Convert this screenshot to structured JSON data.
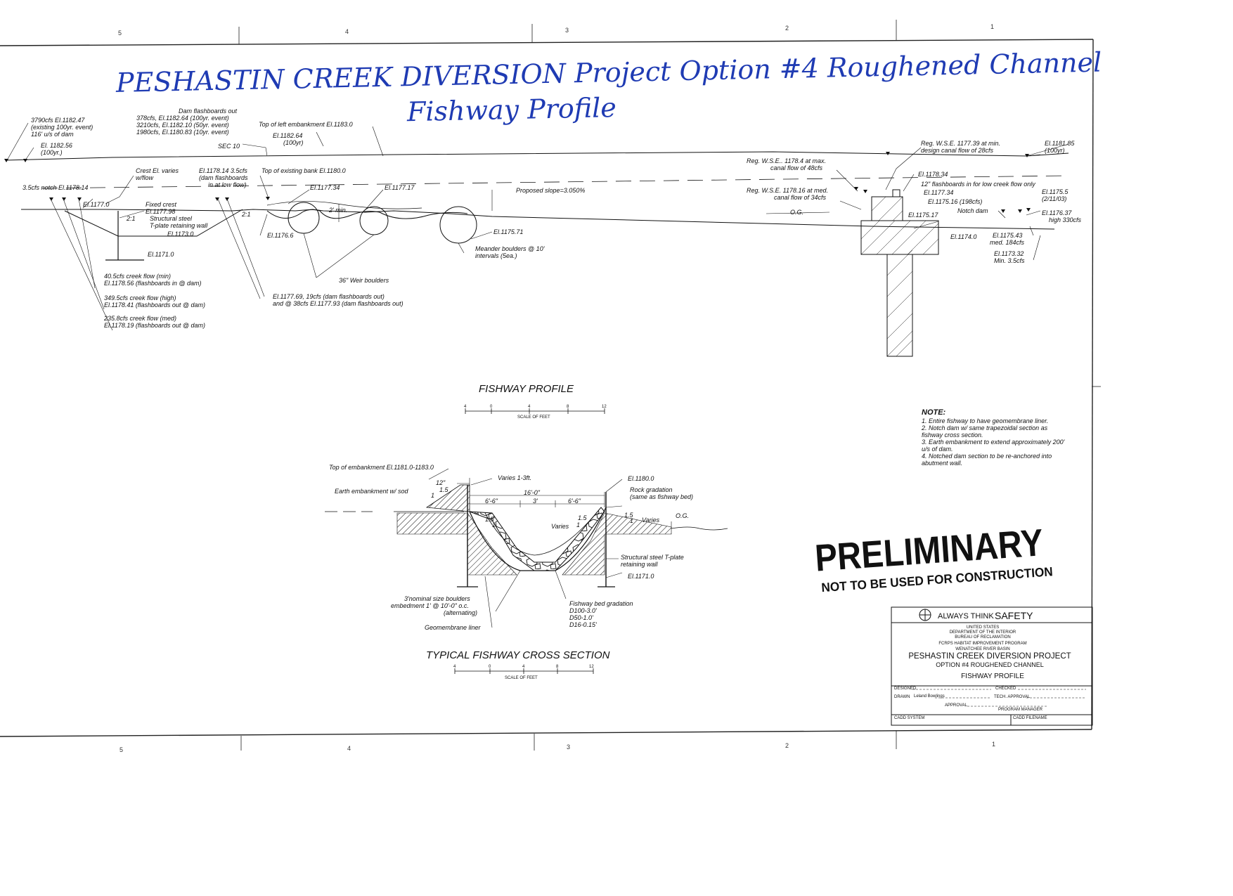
{
  "zone_numbers_top": [
    "5",
    "4",
    "3",
    "2",
    "1"
  ],
  "zone_numbers_bottom": [
    "5",
    "4",
    "3",
    "2",
    "1"
  ],
  "handwritten_title": {
    "line1": "PESHASTIN CREEK DIVERSION Project Option #4 Roughened Channel",
    "line2": "Fishway Profile"
  },
  "profile": {
    "caption": "FISHWAY PROFILE",
    "scale_ticks": [
      "4",
      "0",
      "4",
      "8",
      "12"
    ],
    "scale_label": "SCALE OF FEET",
    "labels": {
      "flood_100yr_line1": "3790cfs El.1182.47",
      "flood_100yr_line2": "(existing 100yr. event)",
      "flood_100yr_line3": "116' u/s of dam",
      "el_118256_line1": "El. 1182.56",
      "el_118256_line2": "(100yr.)",
      "dam_fb_out": "Dam flashboards out",
      "dam_fb_out_1": "378cfs, El.1182.64 (100yr. event)",
      "dam_fb_out_2": "3210cfs, El.1182.10 (50yr. event)",
      "dam_fb_out_3": "1980cfs, El.1180.83 (10yr. event)",
      "sec10": "SEC 10",
      "el_118264_line1": "El.1182.64",
      "el_118264_line2": "(100yr)",
      "top_left_emb": "Top of left embankment El.1183.0",
      "top_existing_bank": "Top of existing bank El.1180.0",
      "crest_varies_1": "Crest El. varies",
      "crest_varies_2": "w/flow",
      "el_117814_1": "El.1178.14 3.5cfs",
      "el_117814_2": "(dam flashboards",
      "el_117814_3": "in at low flow)",
      "notch_35": "3.5cfs notch El.1178.14",
      "el_11770": "El.1177.0",
      "fixed_crest_1": "Fixed crest",
      "fixed_crest_2": "El.1177.98",
      "struct_wall_1": "Structural steel",
      "struct_wall_2": "T-plate retaining wall",
      "el_11730": "El.1173.0",
      "el_11710": "El.1171.0",
      "el_117734": "El.1177.34",
      "el_117717": "El.1177.17",
      "two_min": "2' min.",
      "el_11766": "El.1176.6",
      "slope_21_a": "2:1",
      "slope_21_b": "2:1",
      "proposed_slope": "Proposed slope=3.050%",
      "el_117571": "El.1175.71",
      "meander_1": "Meander boulders @ 10'",
      "meander_2": "intervals (5ea.)",
      "weir_boulders": "36\" Weir boulders",
      "flow_405_1": "40.5cfs creek flow (min)",
      "flow_405_2": "El.1178.56 (flashboards in @ dam)",
      "flow_3495_1": "349.5cfs creek flow (high)",
      "flow_3495_2": "El.1178.41 (flashboards out @ dam)",
      "flow_2358_1": "235.8cfs creek flow (med)",
      "flow_2358_2": "El.1178.19 (flashboards out @ dam)",
      "el_117769_1": "El.1177.69, 19cfs (dam flashboards out)",
      "el_117769_2": "and @ 38cfs El.1177.93 (dam flashboards out)",
      "reg_wse_max_1": "Reg. W.S.E.. 1178.4 at max.",
      "reg_wse_max_2": "canal flow of 48cfs",
      "reg_wse_med_1": "Reg. W.S.E. 1178.16 at med.",
      "reg_wse_med_2": "canal flow of 34cfs",
      "og": "O.G.",
      "reg_wse_min_1": "Reg. W.S.E. 1177.39 at min.",
      "reg_wse_min_2": "design canal flow of 28cfs",
      "el_118185_1": "El.1181.85",
      "el_118185_2": "(100yr)",
      "el_117834": "El.1178.34",
      "flashboards_12": "12\" flashboards in for low creek flow only",
      "el_117734_b": "El.1177.34",
      "el_11755_1": "El.1175.5",
      "el_11755_2": "(2/11/03)",
      "el_117516": "El.1175.16 (198cfs)",
      "notch_dam": "Notch dam",
      "el_117637_1": "El.1176.37",
      "el_117637_2": "high 330cfs",
      "el_117517": "El.1175.17",
      "el_11740": "El.1174.0",
      "el_117543_1": "El.1175.43",
      "el_117543_2": "med. 184cfs",
      "el_117332_1": "El.1173.32",
      "el_117332_2": "Min. 3.5cfs"
    }
  },
  "notes": {
    "heading": "NOTE:",
    "items": [
      "1. Entire fishway to have geomembrane liner.",
      "2. Notch dam w/ same trapezoidal section as",
      "    fishway cross section.",
      "3. Earth embankment to extend approximately 200'",
      "    u/s of dam.",
      "4. Notched dam section to be re-anchored into",
      "    abutment wall."
    ]
  },
  "cross_section": {
    "caption": "TYPICAL FISHWAY CROSS SECTION",
    "scale_ticks": [
      "4",
      "0",
      "4",
      "8",
      "12"
    ],
    "scale_label": "SCALE OF FEET",
    "labels": {
      "top_emb": "Top of embankment El.1181.0-1183.0",
      "earth_emb": "Earth embankment w/ sod",
      "dim_12": "12\"",
      "varies_13": "Varies 1-3ft.",
      "dim_16": "16'-0\"",
      "dim_66_a": "6'-6\"",
      "dim_3": "3'",
      "dim_66_b": "6'-6\"",
      "el_11800": "El.1180.0",
      "rock_grad_1": "Rock gradation",
      "rock_grad_2": "(same as fishway bed)",
      "og": "O.G.",
      "varies_a": "Varies",
      "varies_b": "Varies",
      "slope_15_a": "1.5",
      "slope_1_a": "1",
      "slope_15_b": "1.5",
      "slope_1_b": "1",
      "slope_15_c": "1.5",
      "slope_1_c": "1",
      "slope_15_d": "1.5",
      "slope_1_d": "1",
      "struct_1": "Structural steel T-plate",
      "struct_2": "retaining wall",
      "el_11710": "El.1171.0",
      "boulders_1": "3'nominal size boulders",
      "boulders_2": "embedment 1' @ 10'-0\" o.c.",
      "boulders_3": "(alternating)",
      "geomembrane": "Geomembrane liner",
      "bed_grad_1": "Fishway bed gradation",
      "bed_grad_2": "D100-3.0'",
      "bed_grad_3": "D50-1.0'",
      "bed_grad_4": "D16-0.15'"
    }
  },
  "stamp": {
    "main": "PRELIMINARY",
    "sub": "NOT TO BE USED FOR CONSTRUCTION"
  },
  "title_block": {
    "safety_prefix": "ALWAYS THINK",
    "safety_word": "SAFETY",
    "agency_1": "UNITED STATES",
    "agency_2": "DEPARTMENT OF THE INTERIOR",
    "agency_3": "BUREAU OF RECLAMATION",
    "program": "FCRPS HABITAT IMPROVEMENT PROGRAM",
    "basin": "WENATCHEE RIVER BASIN",
    "project": "PESHASTIN CREEK DIVERSION PROJECT",
    "option": "OPTION #4 ROUGHENED CHANNEL",
    "sheet": "FISHWAY PROFILE",
    "designed": "DESIGNED",
    "checked": "CHECKED",
    "drawn": "DRAWN",
    "drawn_name": "Leland Bowlings",
    "tech_approval": "TECH. APPROVAL",
    "approval": "APPROVAL",
    "program_manager": "PROGRAM MANAGER",
    "cadd_system": "CADD SYSTEM",
    "cadd_filename": "CADD FILENAME"
  }
}
